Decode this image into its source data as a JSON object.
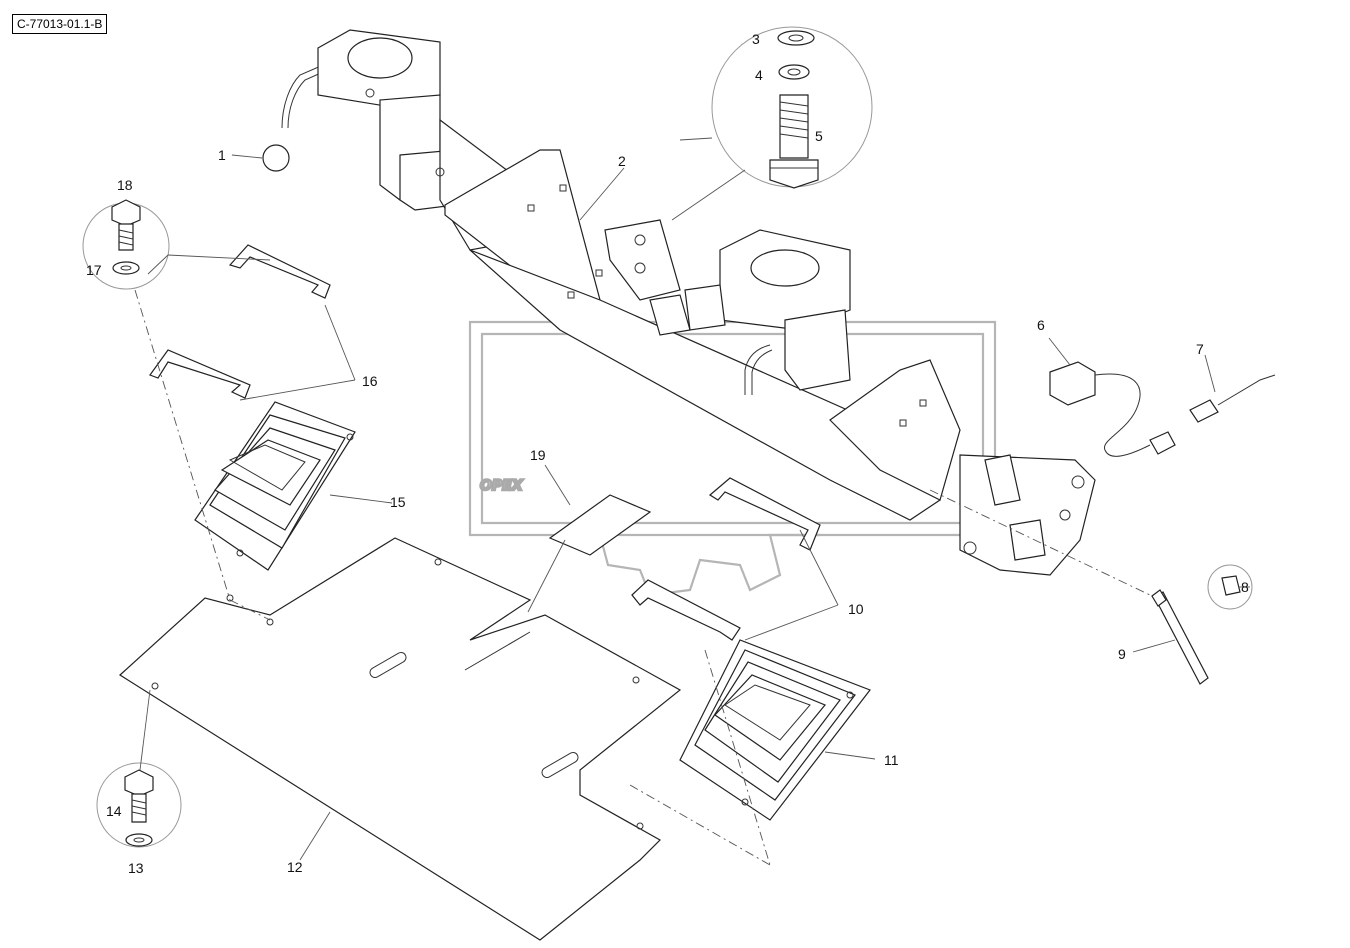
{
  "drawing_ref": "C-77013-01.1-B",
  "watermark_text": "OPEX",
  "callouts": {
    "c1": "1",
    "c2": "2",
    "c3": "3",
    "c4": "4",
    "c5": "5",
    "c6": "6",
    "c7": "7",
    "c8": "8",
    "c9": "9",
    "c10": "10",
    "c11": "11",
    "c12": "12",
    "c13": "13",
    "c14": "14",
    "c15": "15",
    "c16": "16",
    "c17": "17",
    "c18": "18",
    "c19": "19"
  }
}
